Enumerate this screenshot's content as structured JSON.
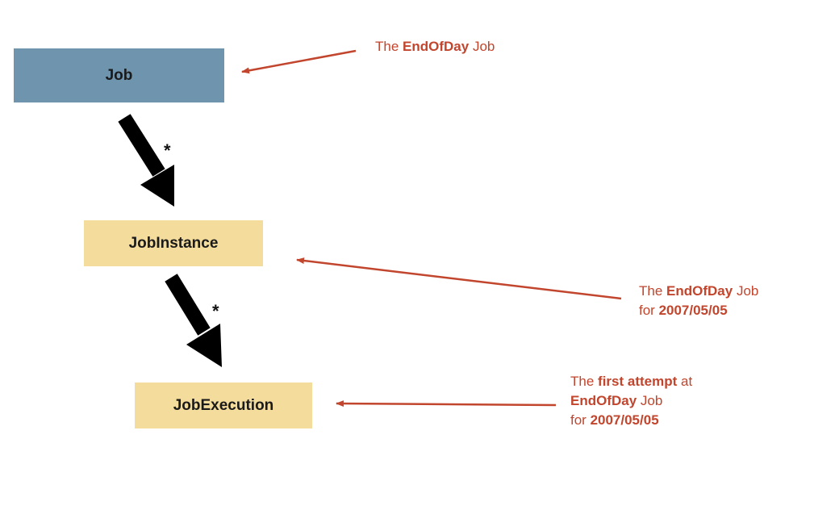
{
  "diagram": {
    "nodes": {
      "job": {
        "label": "Job"
      },
      "instance": {
        "label": "JobInstance"
      },
      "execution": {
        "label": "JobExecution"
      }
    },
    "multiplicity": {
      "job_to_instance": "*",
      "instance_to_execution": "*"
    },
    "notes": {
      "job": {
        "line1": {
          "pre": "The ",
          "bold": "EndOfDay",
          "post": " Job"
        }
      },
      "instance": {
        "line1": {
          "pre": "The ",
          "bold": "EndOfDay",
          "post": " Job"
        },
        "line2": {
          "pre": "for ",
          "bold": "2007/05/05"
        }
      },
      "execution": {
        "line1": {
          "pre": "The ",
          "bold": "first attempt",
          "post": " at"
        },
        "line2": {
          "bold": "EndOfDay",
          "post": " Job"
        },
        "line3": {
          "pre": "for ",
          "bold": "2007/05/05"
        }
      }
    },
    "colors": {
      "job_box": "#6f95ae",
      "class_box": "#f4dc9c",
      "annotation": "#c2452d",
      "relation_arrow": "#000000"
    }
  }
}
